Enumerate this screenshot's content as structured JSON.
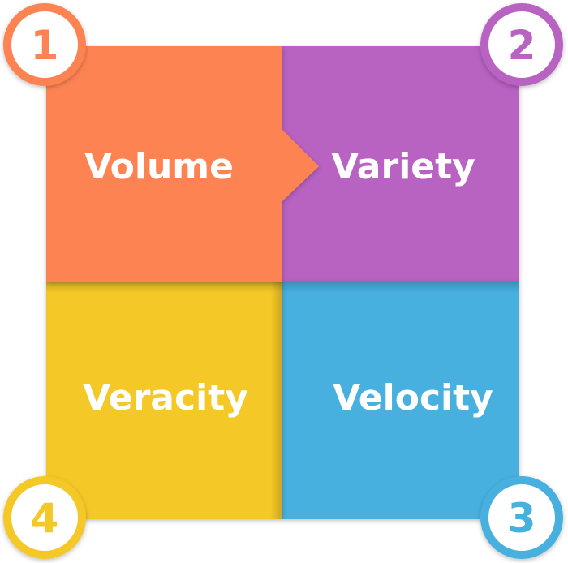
{
  "quadrants": [
    {
      "number": "1",
      "label": "Volume",
      "color": "#FE8352"
    },
    {
      "number": "2",
      "label": "Variety",
      "color": "#B862C1"
    },
    {
      "number": "3",
      "label": "Velocity",
      "color": "#46B0DF"
    },
    {
      "number": "4",
      "label": "Veracity",
      "color": "#F4C827"
    }
  ]
}
